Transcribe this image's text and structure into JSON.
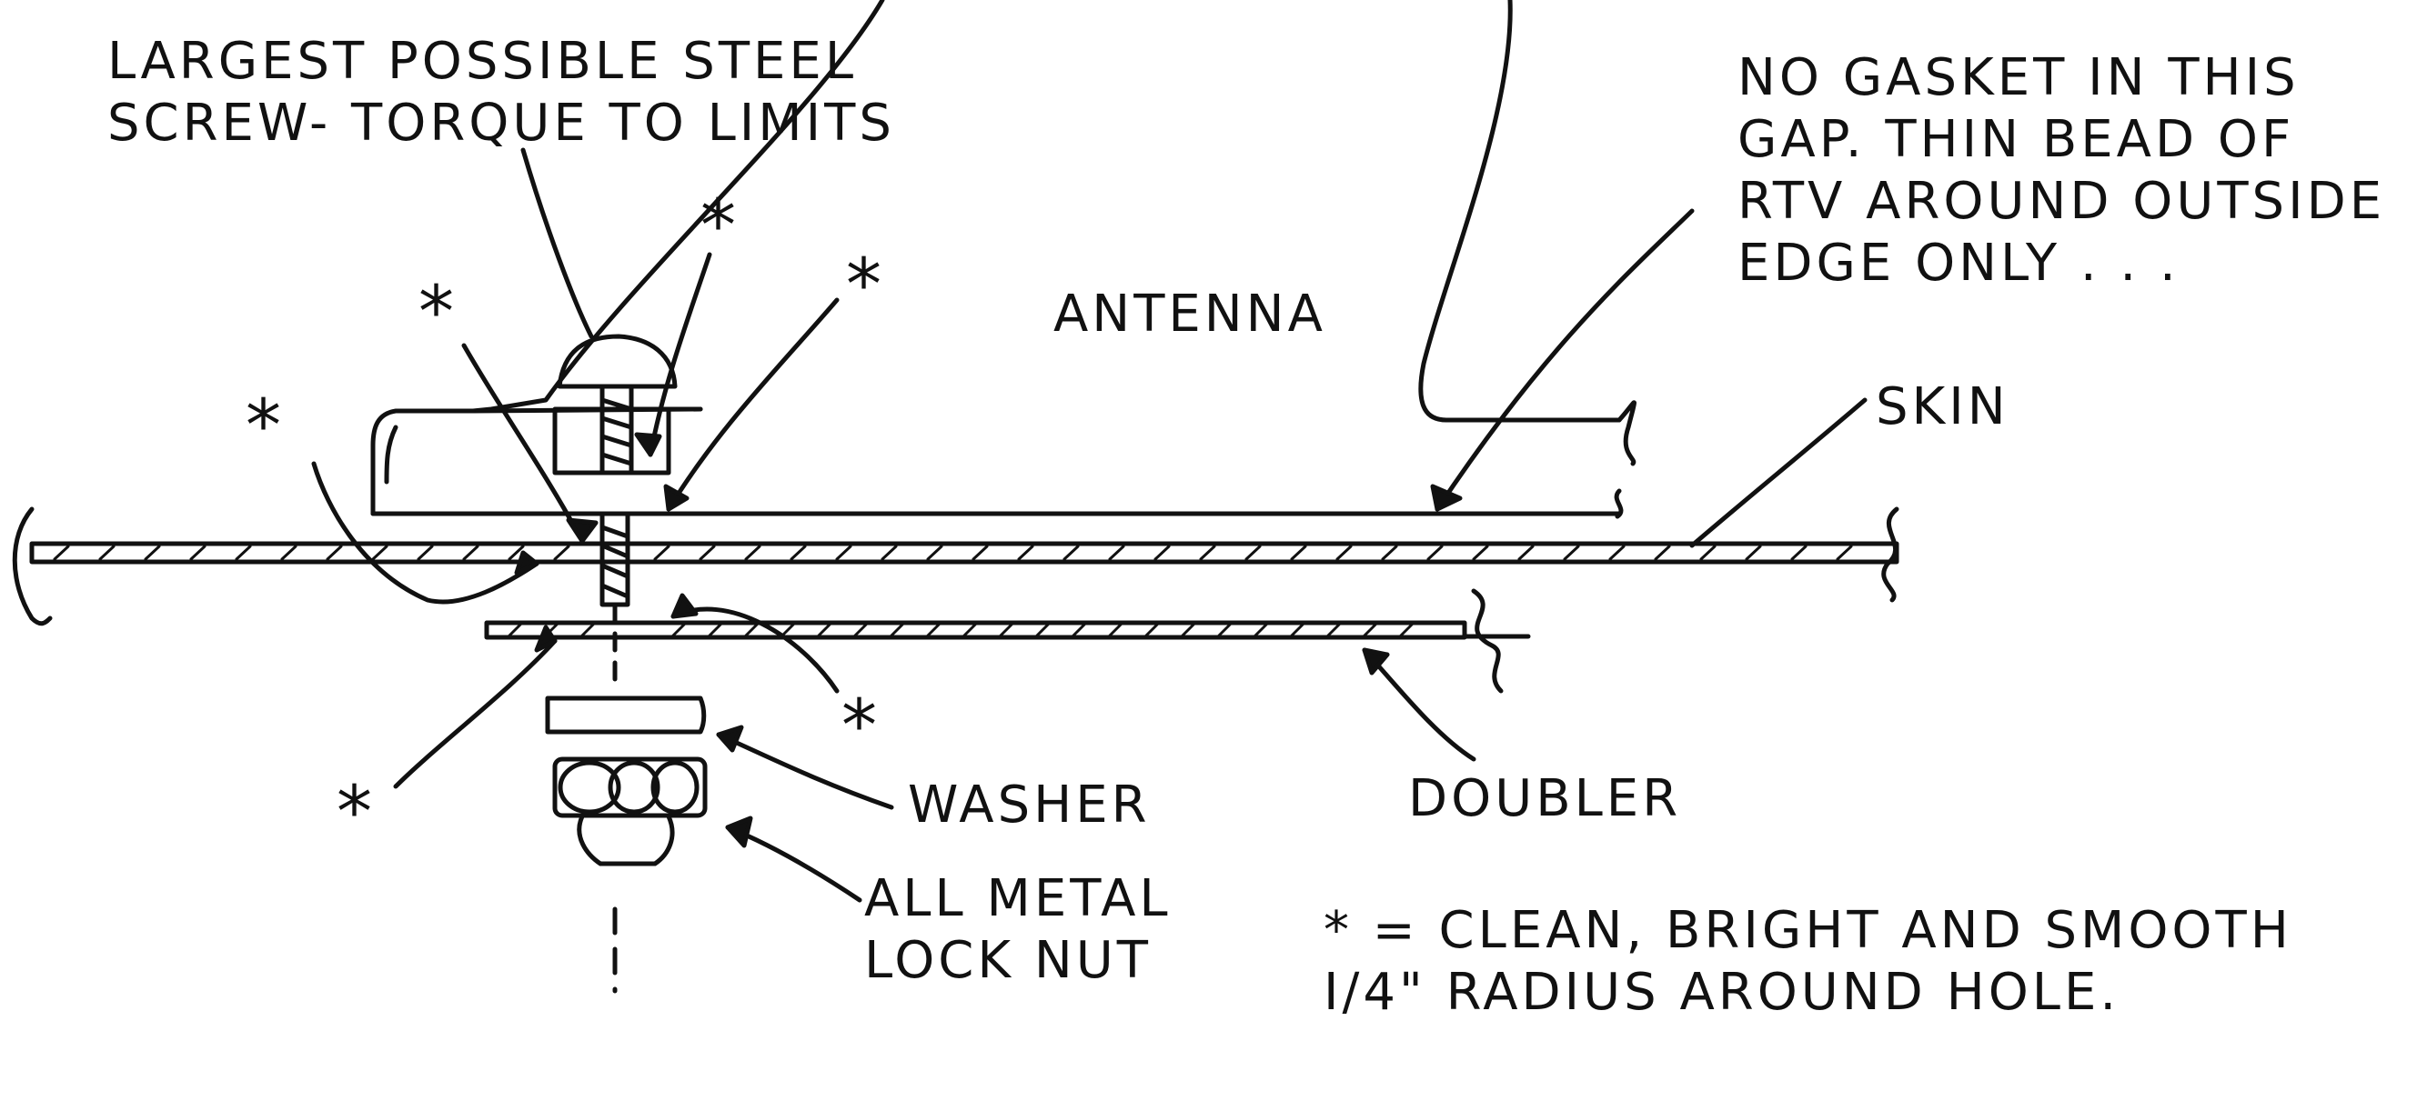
{
  "labels": {
    "screw_line1": "LARGEST POSSIBLE STEEL",
    "screw_line2": "SCREW- TORQUE TO LIMITS",
    "gasket_line1": "NO GASKET IN THIS",
    "gasket_line2": "GAP. THIN BEAD OF",
    "gasket_line3": "RTV AROUND OUTSIDE",
    "gasket_line4": "EDGE ONLY . . .",
    "antenna": "ANTENNA",
    "skin": "SKIN",
    "washer": "WASHER",
    "doubler": "DOUBLER",
    "locknut_line1": "ALL METAL",
    "locknut_line2": "LOCK NUT",
    "legend_line1": "* = CLEAN, BRIGHT AND SMOOTH",
    "legend_line2": "I/4\" RADIUS AROUND HOLE."
  },
  "marker": "*",
  "colors": {
    "ink": "#111111",
    "background": "#ffffff"
  }
}
